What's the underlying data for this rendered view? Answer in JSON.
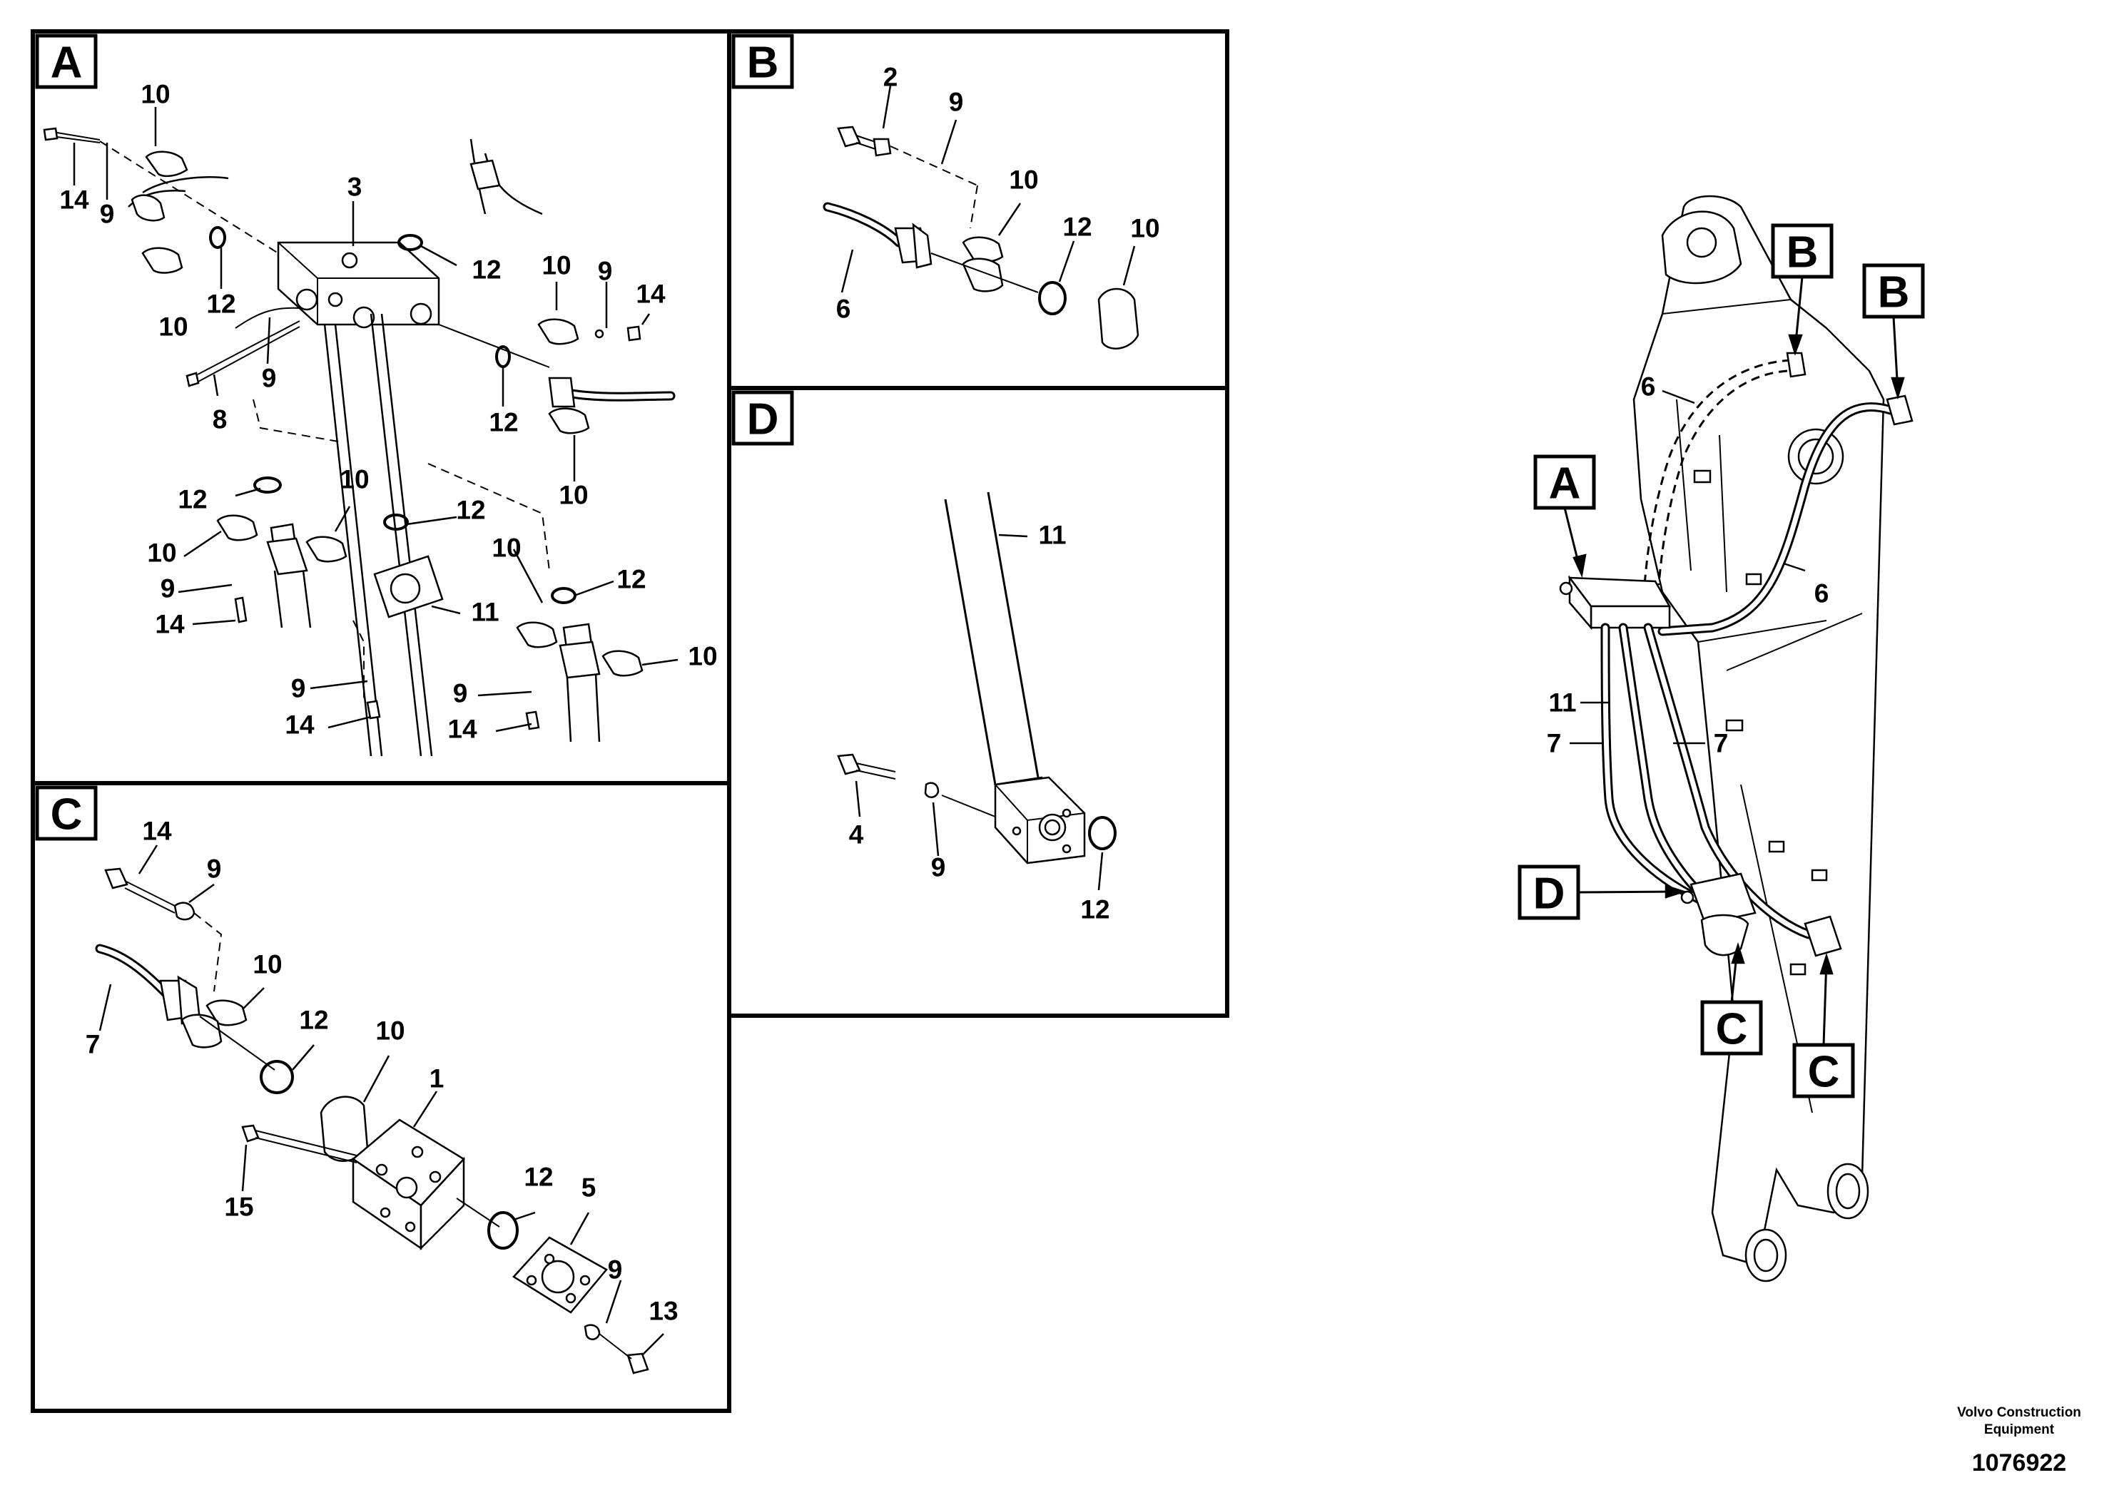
{
  "panels": {
    "A": {
      "label": "A",
      "callouts": {
        "c10a": "10",
        "c14a": "14",
        "c9a": "9",
        "c3": "3",
        "c12a": "12",
        "c10b": "10",
        "c12b": "12",
        "c10c": "10",
        "c9b": "9",
        "c14b": "14",
        "c8": "8",
        "c9c": "9",
        "c12c": "12",
        "c10d": "10",
        "c12d": "12",
        "c10e": "10",
        "c12e": "12",
        "c10f": "10",
        "c9d": "9",
        "c14c": "14",
        "c11": "11",
        "c10g": "10",
        "c12f": "12",
        "c10h": "10",
        "c9e": "9",
        "c14d": "14",
        "c9f": "9",
        "c14e": "14"
      }
    },
    "B": {
      "label": "B",
      "callouts": {
        "c2": "2",
        "c9": "9",
        "c10a": "10",
        "c12": "12",
        "c10b": "10",
        "c6": "6"
      }
    },
    "C": {
      "label": "C",
      "callouts": {
        "c14a": "14",
        "c9a": "9",
        "c10a": "10",
        "c7": "7",
        "c12a": "12",
        "c10b": "10",
        "c1": "1",
        "c15": "15",
        "c12b": "12",
        "c5": "5",
        "c9b": "9",
        "c13": "13"
      }
    },
    "D": {
      "label": "D",
      "callouts": {
        "c11": "11",
        "c4": "4",
        "c9": "9",
        "c12": "12"
      }
    },
    "overview": {
      "labels": {
        "B1": "B",
        "B2": "B",
        "A": "A",
        "D": "D",
        "C1": "C",
        "C2": "C"
      },
      "callouts": {
        "c6a": "6",
        "c6b": "6",
        "c11": "11",
        "c7a": "7",
        "c7b": "7"
      }
    }
  },
  "footer": {
    "company_line1": "Volvo Construction",
    "company_line2": "Equipment",
    "drawing_number": "1076922"
  }
}
